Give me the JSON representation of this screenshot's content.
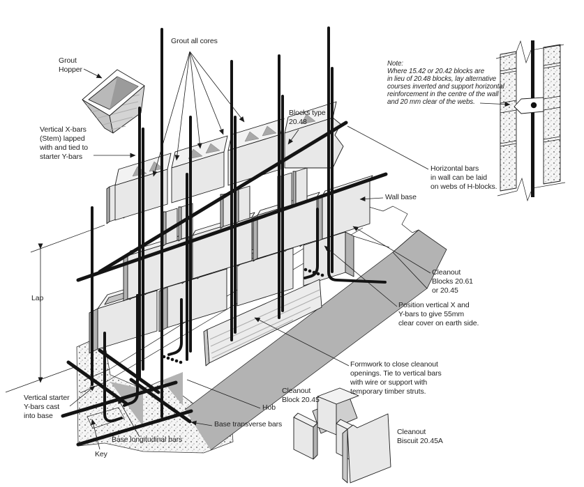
{
  "diagram_title": "Reinforced hollow blockwork wall construction detail",
  "labels": {
    "grout_hopper": "Grout\nHopper",
    "grout_all_cores": "Grout all cores",
    "vertical_x_bars": "Vertical X-bars\n(Stem) lapped\nwith and tied to\nstarter Y-bars",
    "blocks_type": "Blocks type\n20.48",
    "note": "Note:\nWhere 15.42 or 20.42 blocks are\nin lieu of 20.48 blocks, lay alternative\ncourses inverted and support horizontal\nreinforcement in the centre of the wall\nand 20 mm clear of the webs.",
    "horizontal_bars": "Horizontal bars\nin wall can be laid\non webs of H-blocks.",
    "wall_base": "Wall base",
    "cleanout_blocks": "Cleanout\nBlocks 20.61\nor 20.45",
    "position_bars": "Position vertical X and\nY-bars to give 55mm\nclear cover on earth side.",
    "formwork": "Formwork to close cleanout\nopenings. Tie to vertical bars\nwith wire or support with\ntemporary timber struts.",
    "cleanout_block": "Cleanout\nBlock 20.45",
    "cleanout_biscuit": "Cleanout\nBiscuit 20.45A",
    "hob": "Hob",
    "base_transverse": "Base transverse bars",
    "base_longitudinal": "Base longitudinal bars",
    "key": "Key",
    "vertical_starter": "Vertical starter\nY-bars cast\ninto base",
    "lap": "Lap"
  },
  "colors": {
    "line": "#1a1a1a",
    "face": "#e8e8e8",
    "band": "#b3b3b3",
    "core": "#a8a8a8",
    "text": "#222222"
  }
}
